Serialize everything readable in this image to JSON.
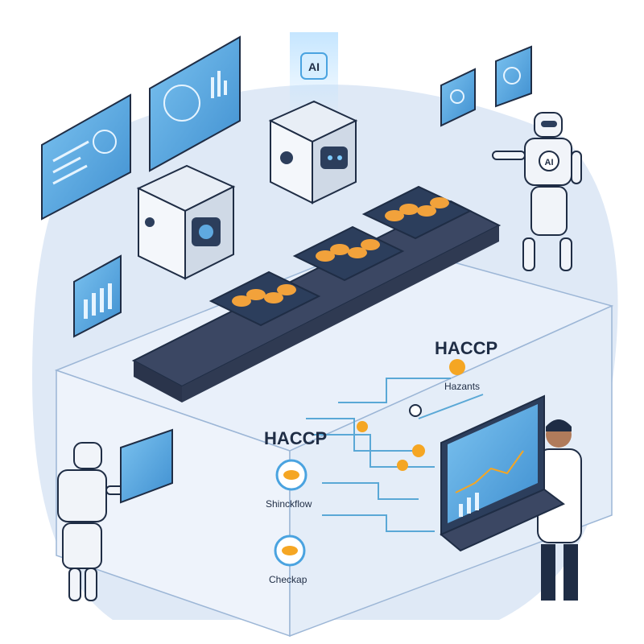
{
  "labels": {
    "ai_badge": "AI",
    "robot_chest": "AI",
    "haccp_top": "HACCP",
    "hazards": "Hazants",
    "haccp_side": "HACCP",
    "shiftflow": "Shinckflow",
    "checkap": "Checkap"
  },
  "colors": {
    "background": "#ffffff",
    "floor_blob": "#dfe9f6",
    "panel_blue": "#5fa9e0",
    "screen_dark": "#2c3e5c",
    "conveyor": "#3b4763",
    "food_orange": "#f2a23b",
    "accent_orange": "#f5a623",
    "flow_line": "#5aa8d6",
    "outline": "#1f2d45"
  },
  "icons": [
    "ai-chip-icon",
    "dashboard-screen-icon",
    "bar-chart-icon",
    "shield-icon",
    "flask-icon"
  ]
}
